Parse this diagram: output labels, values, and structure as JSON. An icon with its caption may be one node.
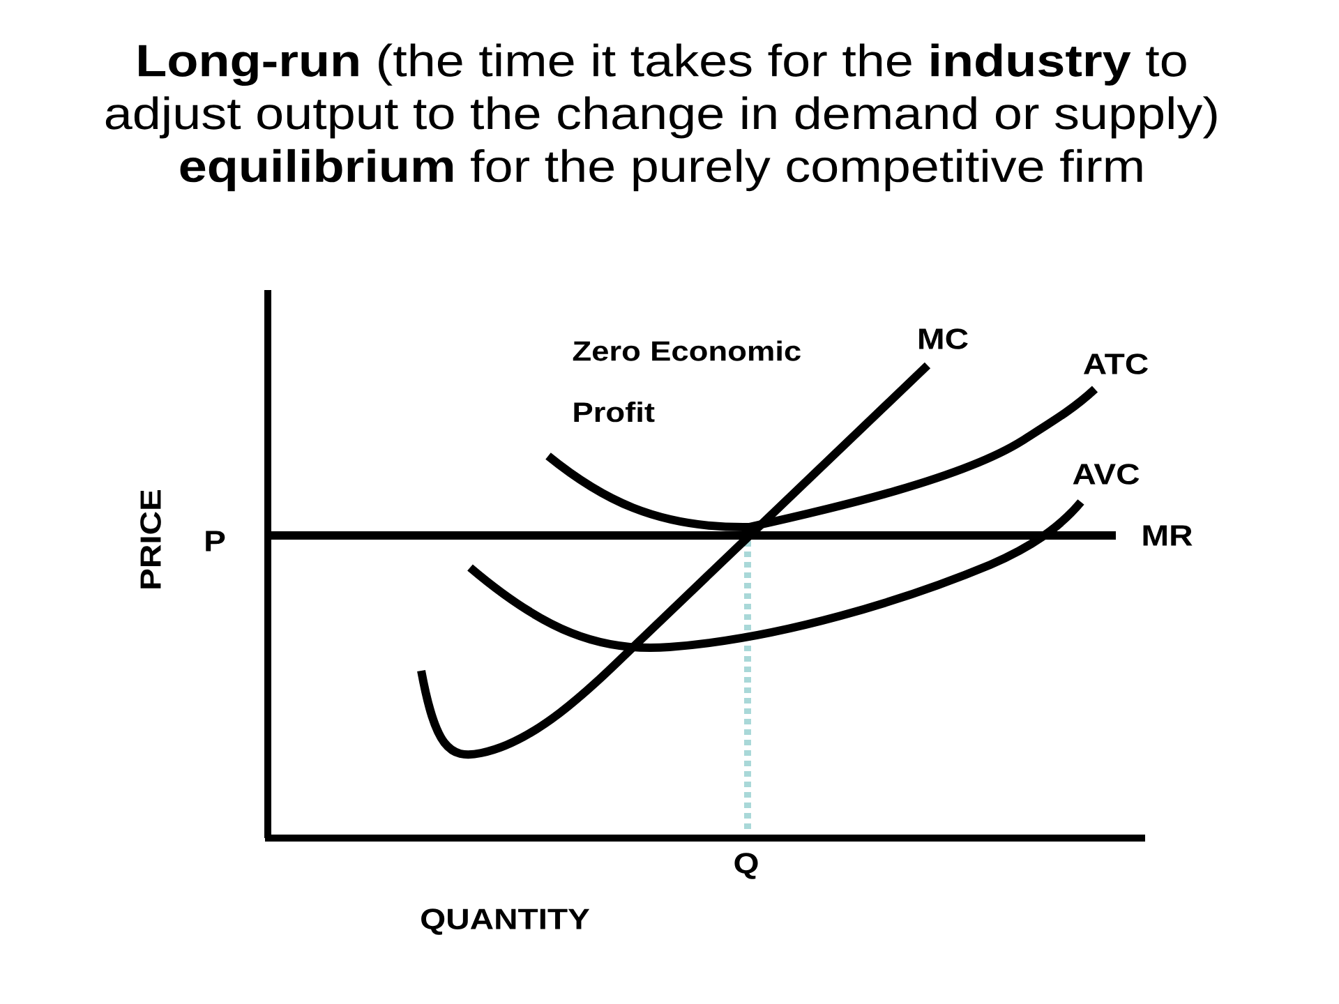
{
  "diagram": {
    "title": "**Long-run** (the time it takes for the **industry** to adjust output to the change in demand or supply) **equilibrium** for the purely competitive firm",
    "labels": [
      "MC",
      "Zero Economic Profit",
      "ATC",
      "AVC",
      "PRICE",
      "P",
      "MR",
      "Q",
      "QUANTITY"
    ]
  }
}
